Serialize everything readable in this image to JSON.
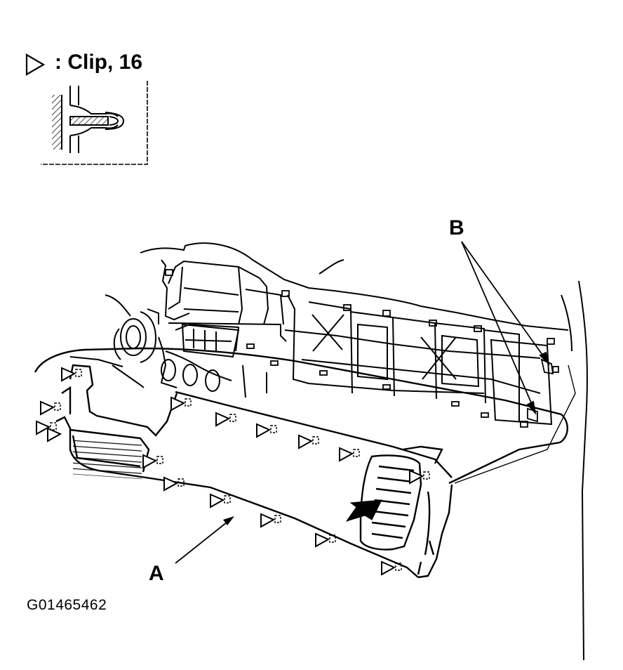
{
  "legend": {
    "symbol": "clip-triangle-icon",
    "text": ": Clip, 16"
  },
  "callouts": {
    "a": "A",
    "b": "B"
  },
  "figure_id": "G01465462",
  "colors": {
    "ink": "#000000",
    "paper": "#ffffff"
  }
}
